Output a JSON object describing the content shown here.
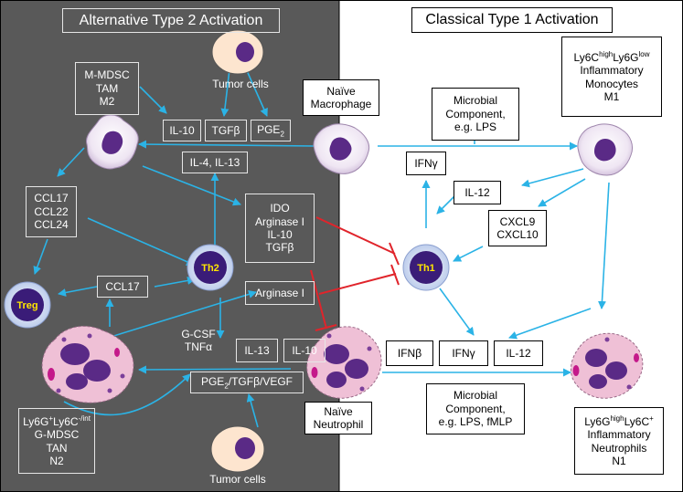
{
  "panels": {
    "left_title": "Alternative Type 2 Activation",
    "right_title": "Classical Type 1 Activation"
  },
  "left": {
    "mdsc": [
      "M-MDSC",
      "TAM",
      "M2"
    ],
    "tumor_top": "Tumor cells",
    "il10": "IL-10",
    "tgfb": "TGFβ",
    "pge2": "PGE",
    "pge2_sub": "2",
    "il4": "IL-4, IL-13",
    "ccl": [
      "CCL17",
      "CCL22",
      "CCL24"
    ],
    "ido": [
      "IDO",
      "Arginase I",
      "IL-10",
      "TGFβ"
    ],
    "th2": "Th2",
    "treg": "Treg",
    "ccl17": "CCL17",
    "arginase": "Arginase I",
    "gcsf": [
      "G-CSF",
      "TNFα"
    ],
    "il13": "IL-13",
    "il10b": "IL-10",
    "pge_vegf_a": "PGE",
    "pge_vegf_sub": "2",
    "pge_vegf_b": "/TGFβ/VEGF",
    "ly6g_left_line1": "Ly6G",
    "ly6g_left_sup1": "+",
    "ly6g_left_mid": "Ly6C",
    "ly6g_left_sup2": "-/int",
    "ly6g_left_rest": [
      "G-MDSC",
      "TAN",
      "N2"
    ],
    "tumor_bottom": "Tumor cells"
  },
  "center": {
    "naive_macrophage": [
      "Naïve",
      "Macrophage"
    ],
    "naive_neutrophil": [
      "Naïve",
      "Neutrophil"
    ]
  },
  "right": {
    "microbial_top": [
      "Microbial",
      "Component,",
      "e.g. LPS"
    ],
    "ly6c_a": "Ly6C",
    "ly6c_sup1": "high",
    "ly6c_b": "Ly6G",
    "ly6c_sup2": "low",
    "ly6c_rest": [
      "Inflammatory",
      "Monocytes",
      "M1"
    ],
    "ifng": "IFNγ",
    "il12": "IL-12",
    "cxcl": [
      "CXCL9",
      "CXCL10"
    ],
    "th1": "Th1",
    "ifnb": "IFNβ",
    "ifng2": "IFNγ",
    "il12b": "IL-12",
    "microbial_bottom": [
      "Microbial",
      "Component,",
      "e.g. LPS, fMLP"
    ],
    "ly6g_a": "Ly6G",
    "ly6g_sup1": "high",
    "ly6g_b": "Ly6C",
    "ly6g_sup2": "+",
    "ly6g_rest": [
      "Inflammatory",
      "Neutrophils",
      "N1"
    ]
  },
  "colors": {
    "left_bg": "#595959",
    "arrow": "#2bb3e6",
    "inhibit": "#e0242b",
    "cell_purple": "#5a2a86",
    "cell_light": "#f6eef8",
    "tcell_ring": "#c9d6ef",
    "tumor_body": "#fde5cf",
    "neutrophil_body": "#efc0d6"
  }
}
